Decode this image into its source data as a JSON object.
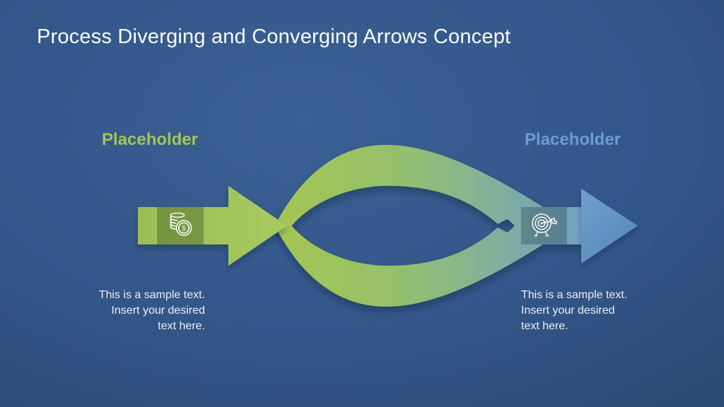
{
  "slide": {
    "title": "Process Diverging and Converging Arrows Concept",
    "background_center_color": "#3b6093",
    "background_edge_color": "#223a5d"
  },
  "left_process": {
    "label": "Placeholder",
    "label_color": "#a5c653",
    "description": "This is a sample text.\nInsert your desired\ntext here.",
    "icon": "coins-dollar-icon",
    "arrow_start_color": "#9abe54",
    "arrow_end_color": "#a8ca60"
  },
  "right_process": {
    "label": "Placeholder",
    "label_color": "#6d9bd3",
    "description": "This is a sample text.\nInsert your desired\ntext here.",
    "icon": "target-dart-icon",
    "arrow_start_color": "#6f9fc9",
    "arrow_end_color": "#5586ba"
  },
  "swoosh": {
    "gradient_start": "#a4c654",
    "gradient_mid": "#87b492",
    "gradient_end": "#73a2c2"
  }
}
